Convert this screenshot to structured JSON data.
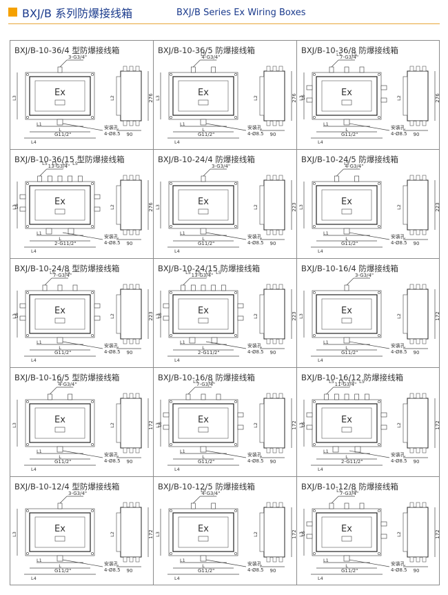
{
  "header": {
    "title_cn": "BXJ/B 系列防爆接线箱",
    "title_en": "BXJ/B Series Ex Wiring Boxes",
    "accent_color": "#f5a100",
    "title_color": "#1a3a8c"
  },
  "ex_mark": "Ex",
  "mount_label": "安装孔",
  "dims": {
    "L": "L",
    "L1": "L1",
    "L2": "L2",
    "L3": "L3",
    "L4": "L4",
    "L5": "L5",
    "L6": "L6",
    "width": "90"
  },
  "products": [
    {
      "title": "BXJ/B-10-36/4 型防爆接线箱",
      "entry": "3-G3/4\"",
      "bottom": "G11/2\"",
      "holes": "4-Ø8.5",
      "height": "276",
      "layout": "single"
    },
    {
      "title": "BXJ/B-10-36/5 防爆接线箱",
      "entry": "4-G3/4\"",
      "bottom": "G11/2\"",
      "holes": "4-Ø8.5",
      "height": "276",
      "layout": "pair"
    },
    {
      "title": "BXJ/B-10-36/8 防爆接线箱",
      "entry": "7-G3/4\"",
      "bottom": "G11/2\"",
      "holes": "4-Ø8.5",
      "height": "276",
      "layout": "multi"
    },
    {
      "title": "BXJ/B-10-36/15 型防爆接线箱",
      "entry": "13-G3/4\"",
      "bottom": "2-G11/2\"",
      "holes": "4-Ø8.5",
      "height": "276",
      "layout": "dense"
    },
    {
      "title": "BXJ/B-10-24/4 防爆接线箱",
      "entry": "3-G3/4\"",
      "bottom": "G11/2\"",
      "holes": "4-Ø8.5",
      "height": "223",
      "layout": "single"
    },
    {
      "title": "BXJ/B-10-24/5 防爆接线箱",
      "entry": "4-G3/4\"",
      "bottom": "G11/2\"",
      "holes": "4-Ø8.5",
      "height": "223",
      "layout": "pair"
    },
    {
      "title": "BXJ/B-10-24/8 型防爆接线箱",
      "entry": "7-G3/4\"",
      "bottom": "G11/2\"",
      "holes": "4-Ø8.5",
      "height": "223",
      "layout": "multi"
    },
    {
      "title": "BXJ/B-10-24/15 防爆接线箱",
      "entry": "13-G3/4\"",
      "bottom": "2-G11/2\"",
      "holes": "4-Ø8.5",
      "height": "223",
      "layout": "dense"
    },
    {
      "title": "BXJ/B-10-16/4 防爆接线箱",
      "entry": "3-G3/4\"",
      "bottom": "G11/2\"",
      "holes": "4-Ø8.5",
      "height": "172",
      "layout": "single"
    },
    {
      "title": "BXJ/B-10-16/5 型防爆接线箱",
      "entry": "4-G3/4\"",
      "bottom": "G11/2\"",
      "holes": "4-Ø8.5",
      "height": "172",
      "layout": "pair"
    },
    {
      "title": "BXJ/B-10-16/8 防爆接线箱",
      "entry": "7-G3/4\"",
      "bottom": "G11/2\"",
      "holes": "4-Ø8.5",
      "height": "172",
      "layout": "multi"
    },
    {
      "title": "BXJ/B-10-16/12 防爆接线箱",
      "entry": "11-G3/4\"",
      "bottom": "2-G11/2\"",
      "holes": "4-Ø8.5",
      "height": "172",
      "layout": "dense"
    },
    {
      "title": "BXJ/B-10-12/4 型防爆接线箱",
      "entry": "3-G3/4\"",
      "bottom": "G11/2\"",
      "holes": "4-Ø8.5",
      "height": "172",
      "layout": "single"
    },
    {
      "title": "BXJ/B-10-12/5 防爆接线箱",
      "entry": "4-G3/4\"",
      "bottom": "G11/2\"",
      "holes": "4-Ø8.5",
      "height": "172",
      "layout": "pair"
    },
    {
      "title": "BXJ/B-10-12/8 防爆接线箱",
      "entry": "7-G3/4\"",
      "bottom": "G11/2\"",
      "holes": "4-Ø8.5",
      "height": "172",
      "layout": "multi"
    }
  ]
}
